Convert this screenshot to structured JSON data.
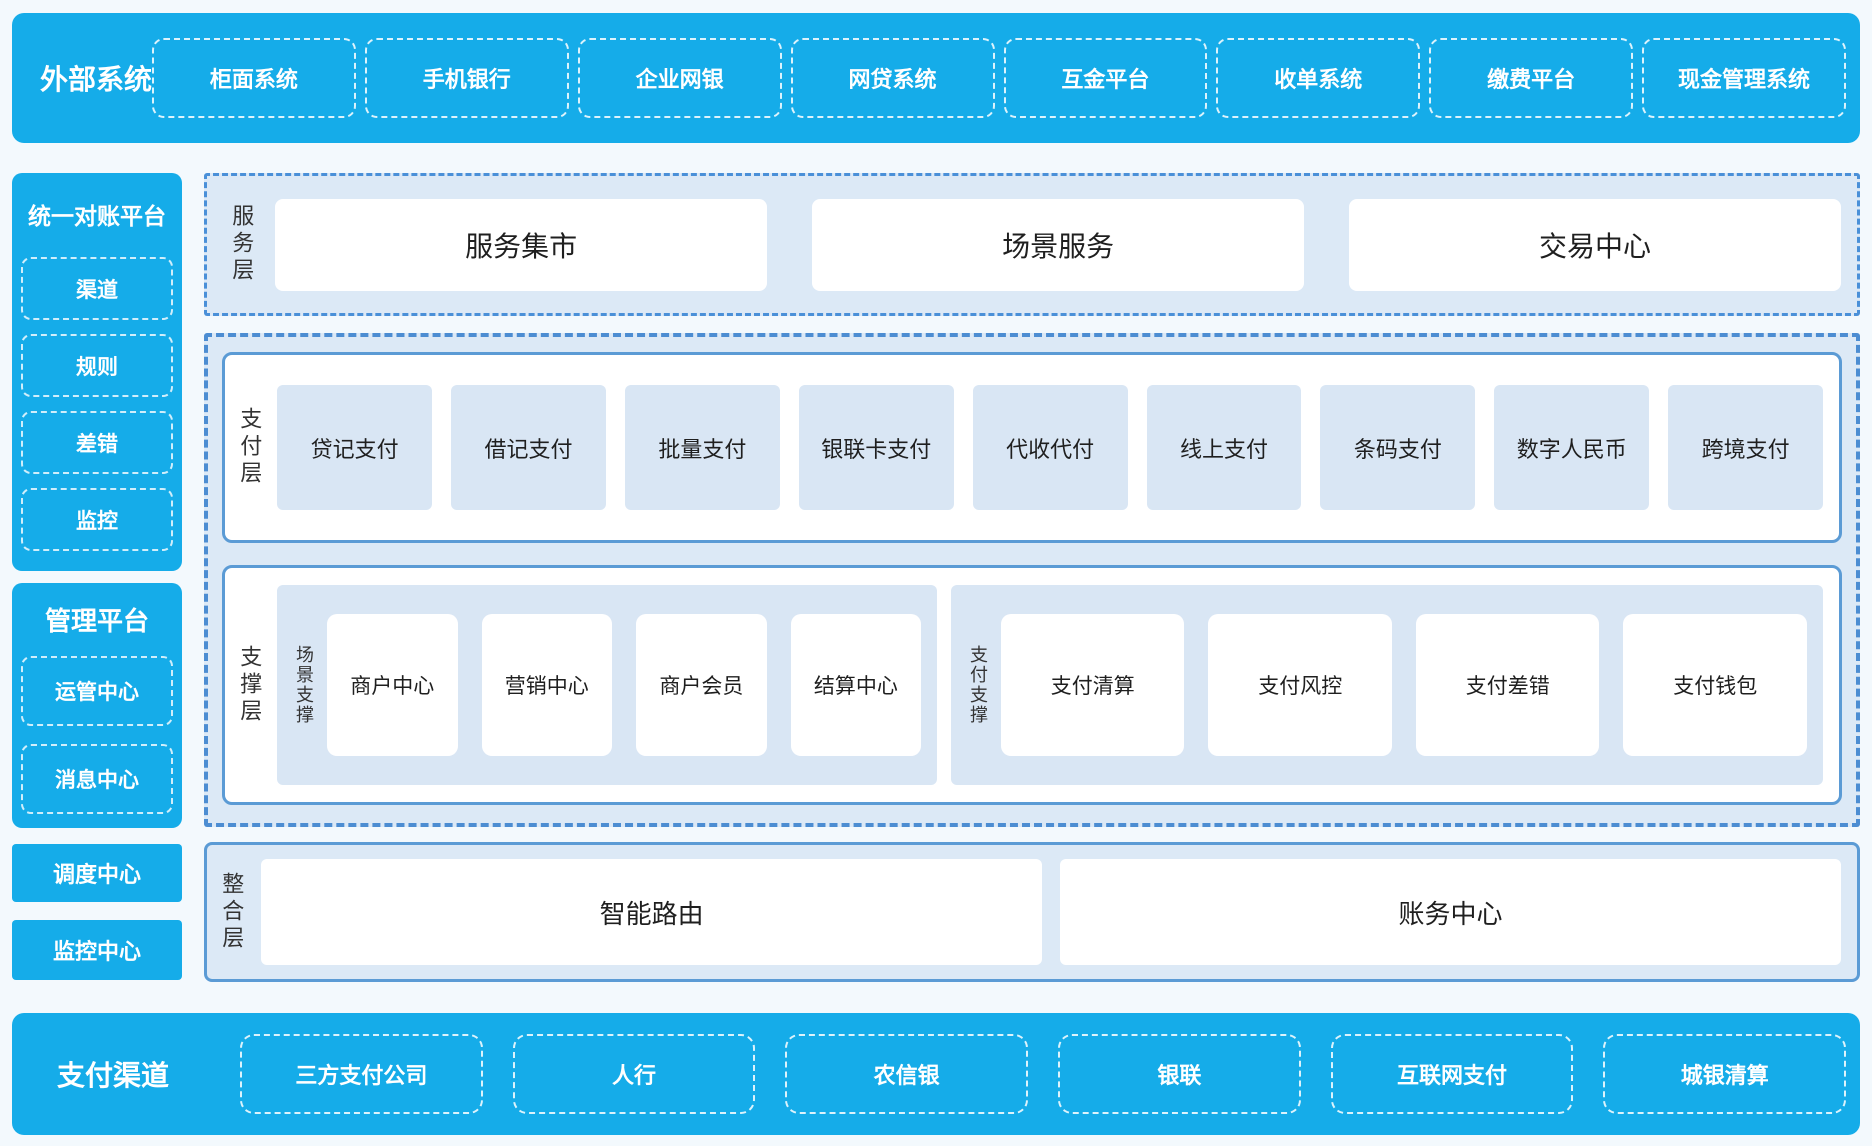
{
  "colors": {
    "accent_cyan": "#15ACE9",
    "panel_light_blue": "#DCE9F6",
    "item_light_blue": "#D9E6F4",
    "solid_border_blue": "#5B9BD5",
    "dashed_border_blue": "#4C8DD2",
    "text_dark": "#1F1F1F",
    "text_white": "#FFFFFF",
    "page_background": "#F3F9FD"
  },
  "top_band": {
    "title": "外部系统",
    "items": [
      "柜面系统",
      "手机银行",
      "企业网银",
      "网贷系统",
      "互金平台",
      "收单系统",
      "缴费平台",
      "现金管理系统"
    ]
  },
  "sidebar": {
    "reconciliation": {
      "title": "统一对账平台",
      "items": [
        "渠道",
        "规则",
        "差错",
        "监控"
      ]
    },
    "management": {
      "title": "管理平台",
      "items": [
        "运管中心",
        "消息中心"
      ]
    },
    "dispatch_center": "调度中心",
    "monitor_center": "监控中心"
  },
  "service_layer": {
    "label": "服务层",
    "items": [
      "服务集市",
      "场景服务",
      "交易中心"
    ]
  },
  "payment_layer": {
    "label": "支付层",
    "items": [
      "贷记支付",
      "借记支付",
      "批量支付",
      "银联卡支付",
      "代收代付",
      "线上支付",
      "条码支付",
      "数字人民币",
      "跨境支付"
    ]
  },
  "support_layer": {
    "label": "支撑层",
    "groups": [
      {
        "label": "场景支撑",
        "items": [
          "商户中心",
          "营销中心",
          "商户会员",
          "结算中心"
        ]
      },
      {
        "label": "支付支撑",
        "items": [
          "支付清算",
          "支付风控",
          "支付差错",
          "支付钱包"
        ]
      }
    ]
  },
  "integration_layer": {
    "label": "整合层",
    "items": [
      "智能路由",
      "账务中心"
    ]
  },
  "bottom_band": {
    "title": "支付渠道",
    "items": [
      "三方支付公司",
      "人行",
      "农信银",
      "银联",
      "互联网支付",
      "城银清算"
    ]
  }
}
